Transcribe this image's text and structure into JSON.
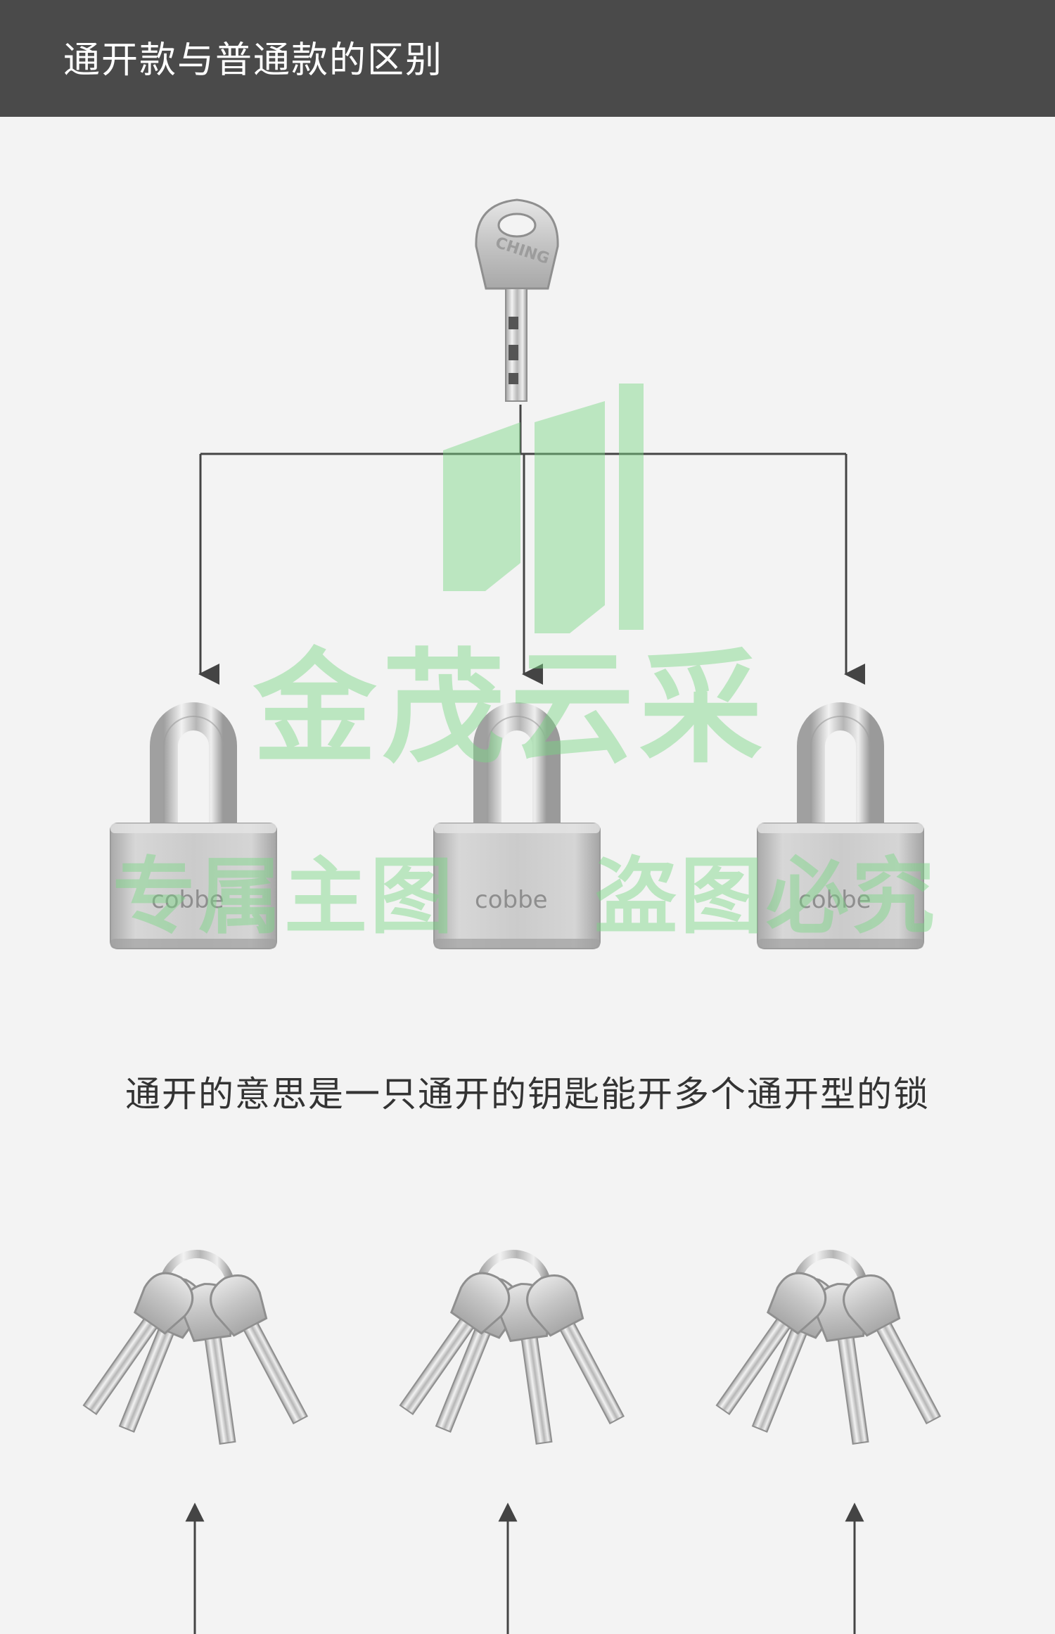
{
  "header": {
    "title": "通开款与普通款的区别"
  },
  "caption": "通开的意思是一只通开的钥匙能开多个通开型的锁",
  "padlocks": [
    {
      "brand": "cobbe"
    },
    {
      "brand": "cobbe"
    },
    {
      "brand": "cobbe"
    }
  ],
  "key": {
    "brand": "CHING"
  },
  "watermark": {
    "brand": "金茂云采",
    "line_a": "专属主图",
    "line_b": "盗图必究"
  },
  "colors": {
    "header_bg": "#4a4a4a",
    "page_bg": "#f3f3f3",
    "watermark": "#78d782"
  },
  "icons": [
    "key-icon",
    "padlock-icon",
    "key-ring-icon",
    "arrow-down-icon",
    "arrow-up-icon"
  ]
}
